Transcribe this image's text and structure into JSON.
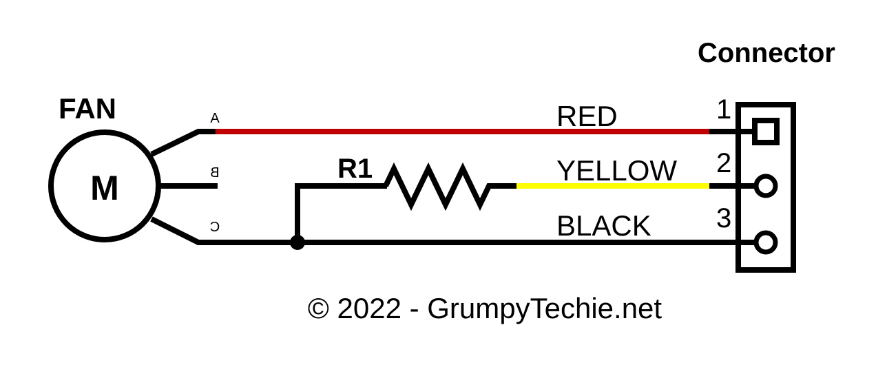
{
  "fan_label": "FAN",
  "motor_label": "M",
  "connector_label": "Connector",
  "resistor_label": "R1",
  "terminals": [
    "A",
    "B",
    "C"
  ],
  "wires": [
    {
      "label": "RED",
      "color": "#c00000",
      "pin": "1"
    },
    {
      "label": "YELLOW",
      "color": "#ffff00",
      "pin": "2"
    },
    {
      "label": "BLACK",
      "color": "#000000",
      "pin": "3"
    }
  ],
  "copyright": "© 2022 - GrumpyTechie.net"
}
